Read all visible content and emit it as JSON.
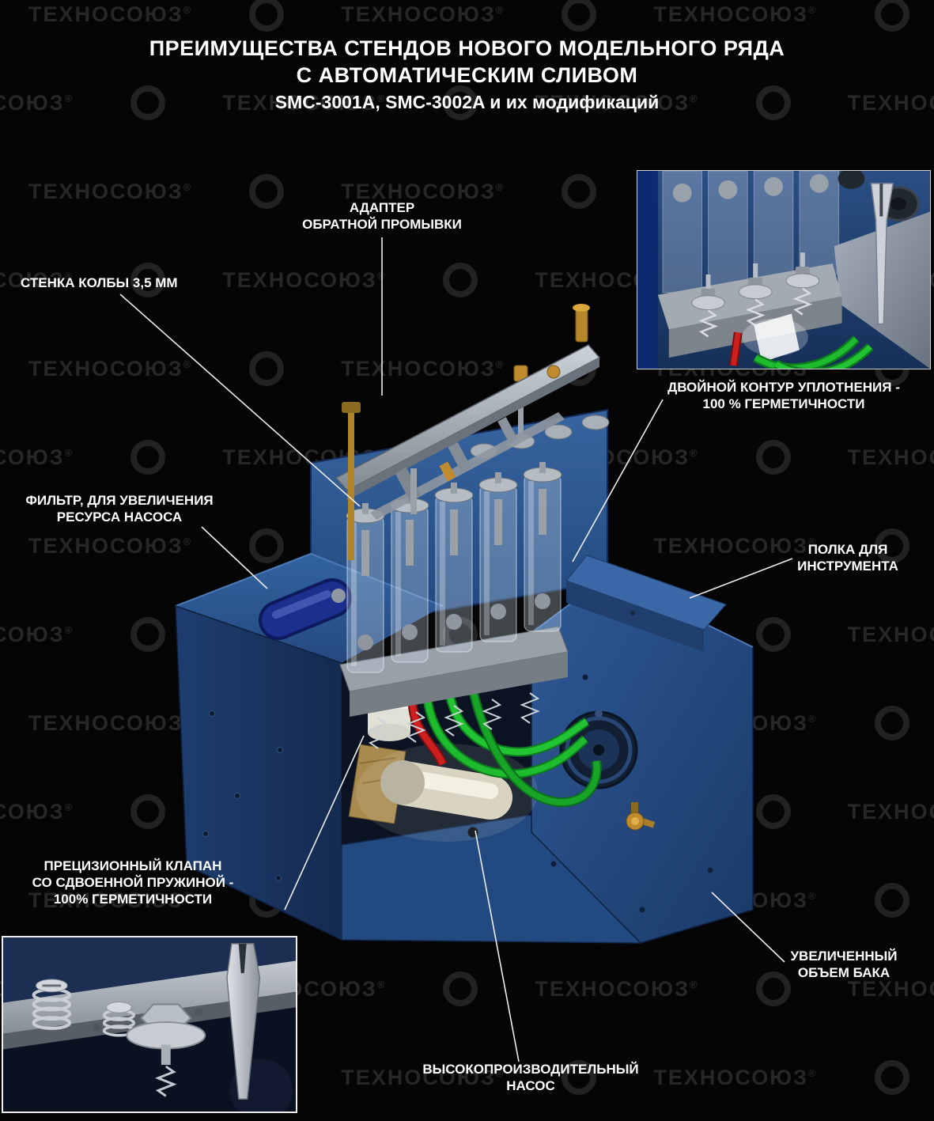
{
  "title": {
    "line1": "ПРЕИМУЩЕСТВА СТЕНДОВ НОВОГО МОДЕЛЬНОГО РЯДА",
    "line2": "С АВТОМАТИЧЕСКИМ СЛИВОМ",
    "line3": "SMC-3001A, SMC-3002A и их модификаций"
  },
  "watermark": {
    "text": "ТЕХНОСОЮЗ",
    "reg": "®"
  },
  "callouts": {
    "adapter": "АДАПТЕР\nОБРАТНОЙ ПРОМЫВКИ",
    "flask_wall": "СТЕНКА КОЛБЫ 3,5 ММ",
    "filter": "ФИЛЬТР, ДЛЯ УВЕЛИЧЕНИЯ\nРЕСУРСА НАСОСА",
    "double_seal": "ДВОЙНОЙ КОНТУР УПЛОТНЕНИЯ -\n100 % ГЕРМЕТИЧНОСТИ",
    "tool_shelf": "ПОЛКА ДЛЯ\nИНСТРУМЕНТА",
    "precision_valve": "ПРЕЦИЗИОННЫЙ КЛАПАН\nСО СДВОЕННОЙ ПРУЖИНОЙ -\n100% ГЕРМЕТИЧНОСТИ",
    "tank_volume": "УВЕЛИЧЕННЫЙ\nОБЪЕМ БАКА",
    "pump": "ВЫСОКОПРОИЗВОДИТЕЛЬНЫЙ\nНАСОС"
  },
  "colors": {
    "background": "#050505",
    "machine_blue": "#2d5794",
    "tube_green": "#1fbb2f",
    "tube_red": "#cc2020",
    "brass": "#c08a2e",
    "text": "#ffffff"
  }
}
